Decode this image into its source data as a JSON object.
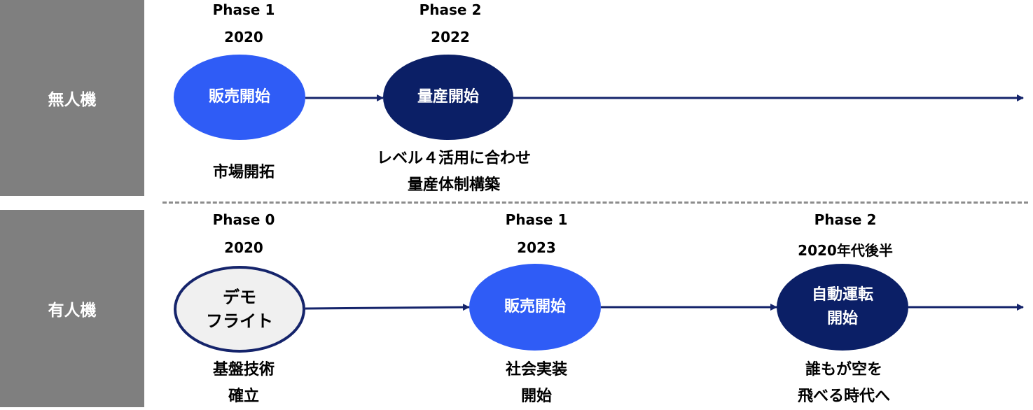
{
  "colors": {
    "row_label_bg": "#7f7f7f",
    "node_light": "#2f5cf6",
    "node_dark": "#0b1f66",
    "arrow": "#15246b",
    "divider": "#8c8c8c"
  },
  "unmanned": {
    "label": "無人機",
    "milestones": [
      {
        "phase": "Phase 1",
        "year": "2020",
        "node": "販売開始",
        "desc": "市場開拓"
      },
      {
        "phase": "Phase 2",
        "year": "2022",
        "node": "量産開始",
        "desc": "レベル４活用に合わせ\n量産体制構築"
      }
    ]
  },
  "manned": {
    "label": "有人機",
    "milestones": [
      {
        "phase": "Phase 0",
        "year": "2020",
        "node": "デモ\nフライト",
        "desc": "基盤技術\n確立"
      },
      {
        "phase": "Phase 1",
        "year": "2023",
        "node": "販売開始",
        "desc": "社会実装\n開始"
      },
      {
        "phase": "Phase 2",
        "year": "2020年代後半",
        "node": "自動運転\n開始",
        "desc": "誰もが空を\n飛べる時代へ"
      }
    ]
  }
}
